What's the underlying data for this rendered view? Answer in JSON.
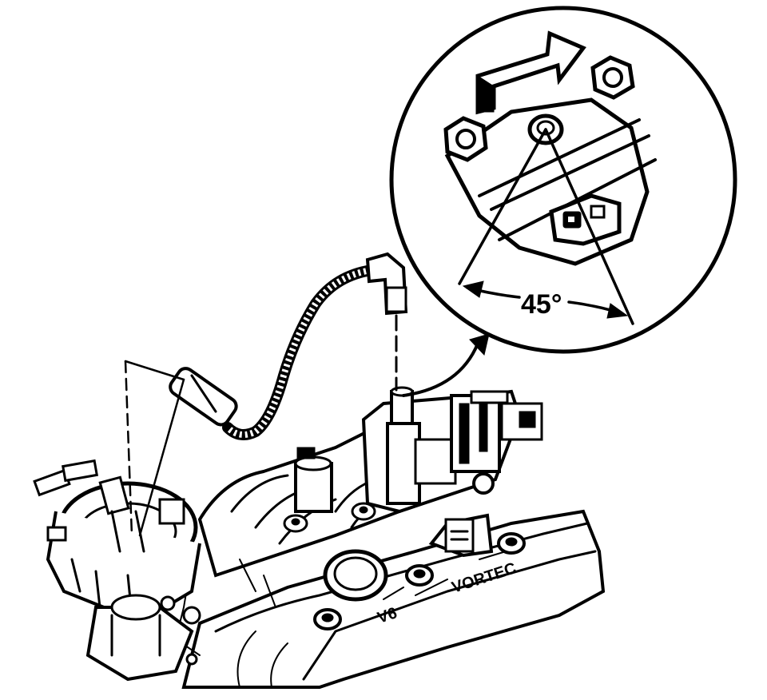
{
  "callout": {
    "angle_label": "45°"
  },
  "engine": {
    "cover_text": "VORTEC",
    "badge_text": "V6"
  }
}
